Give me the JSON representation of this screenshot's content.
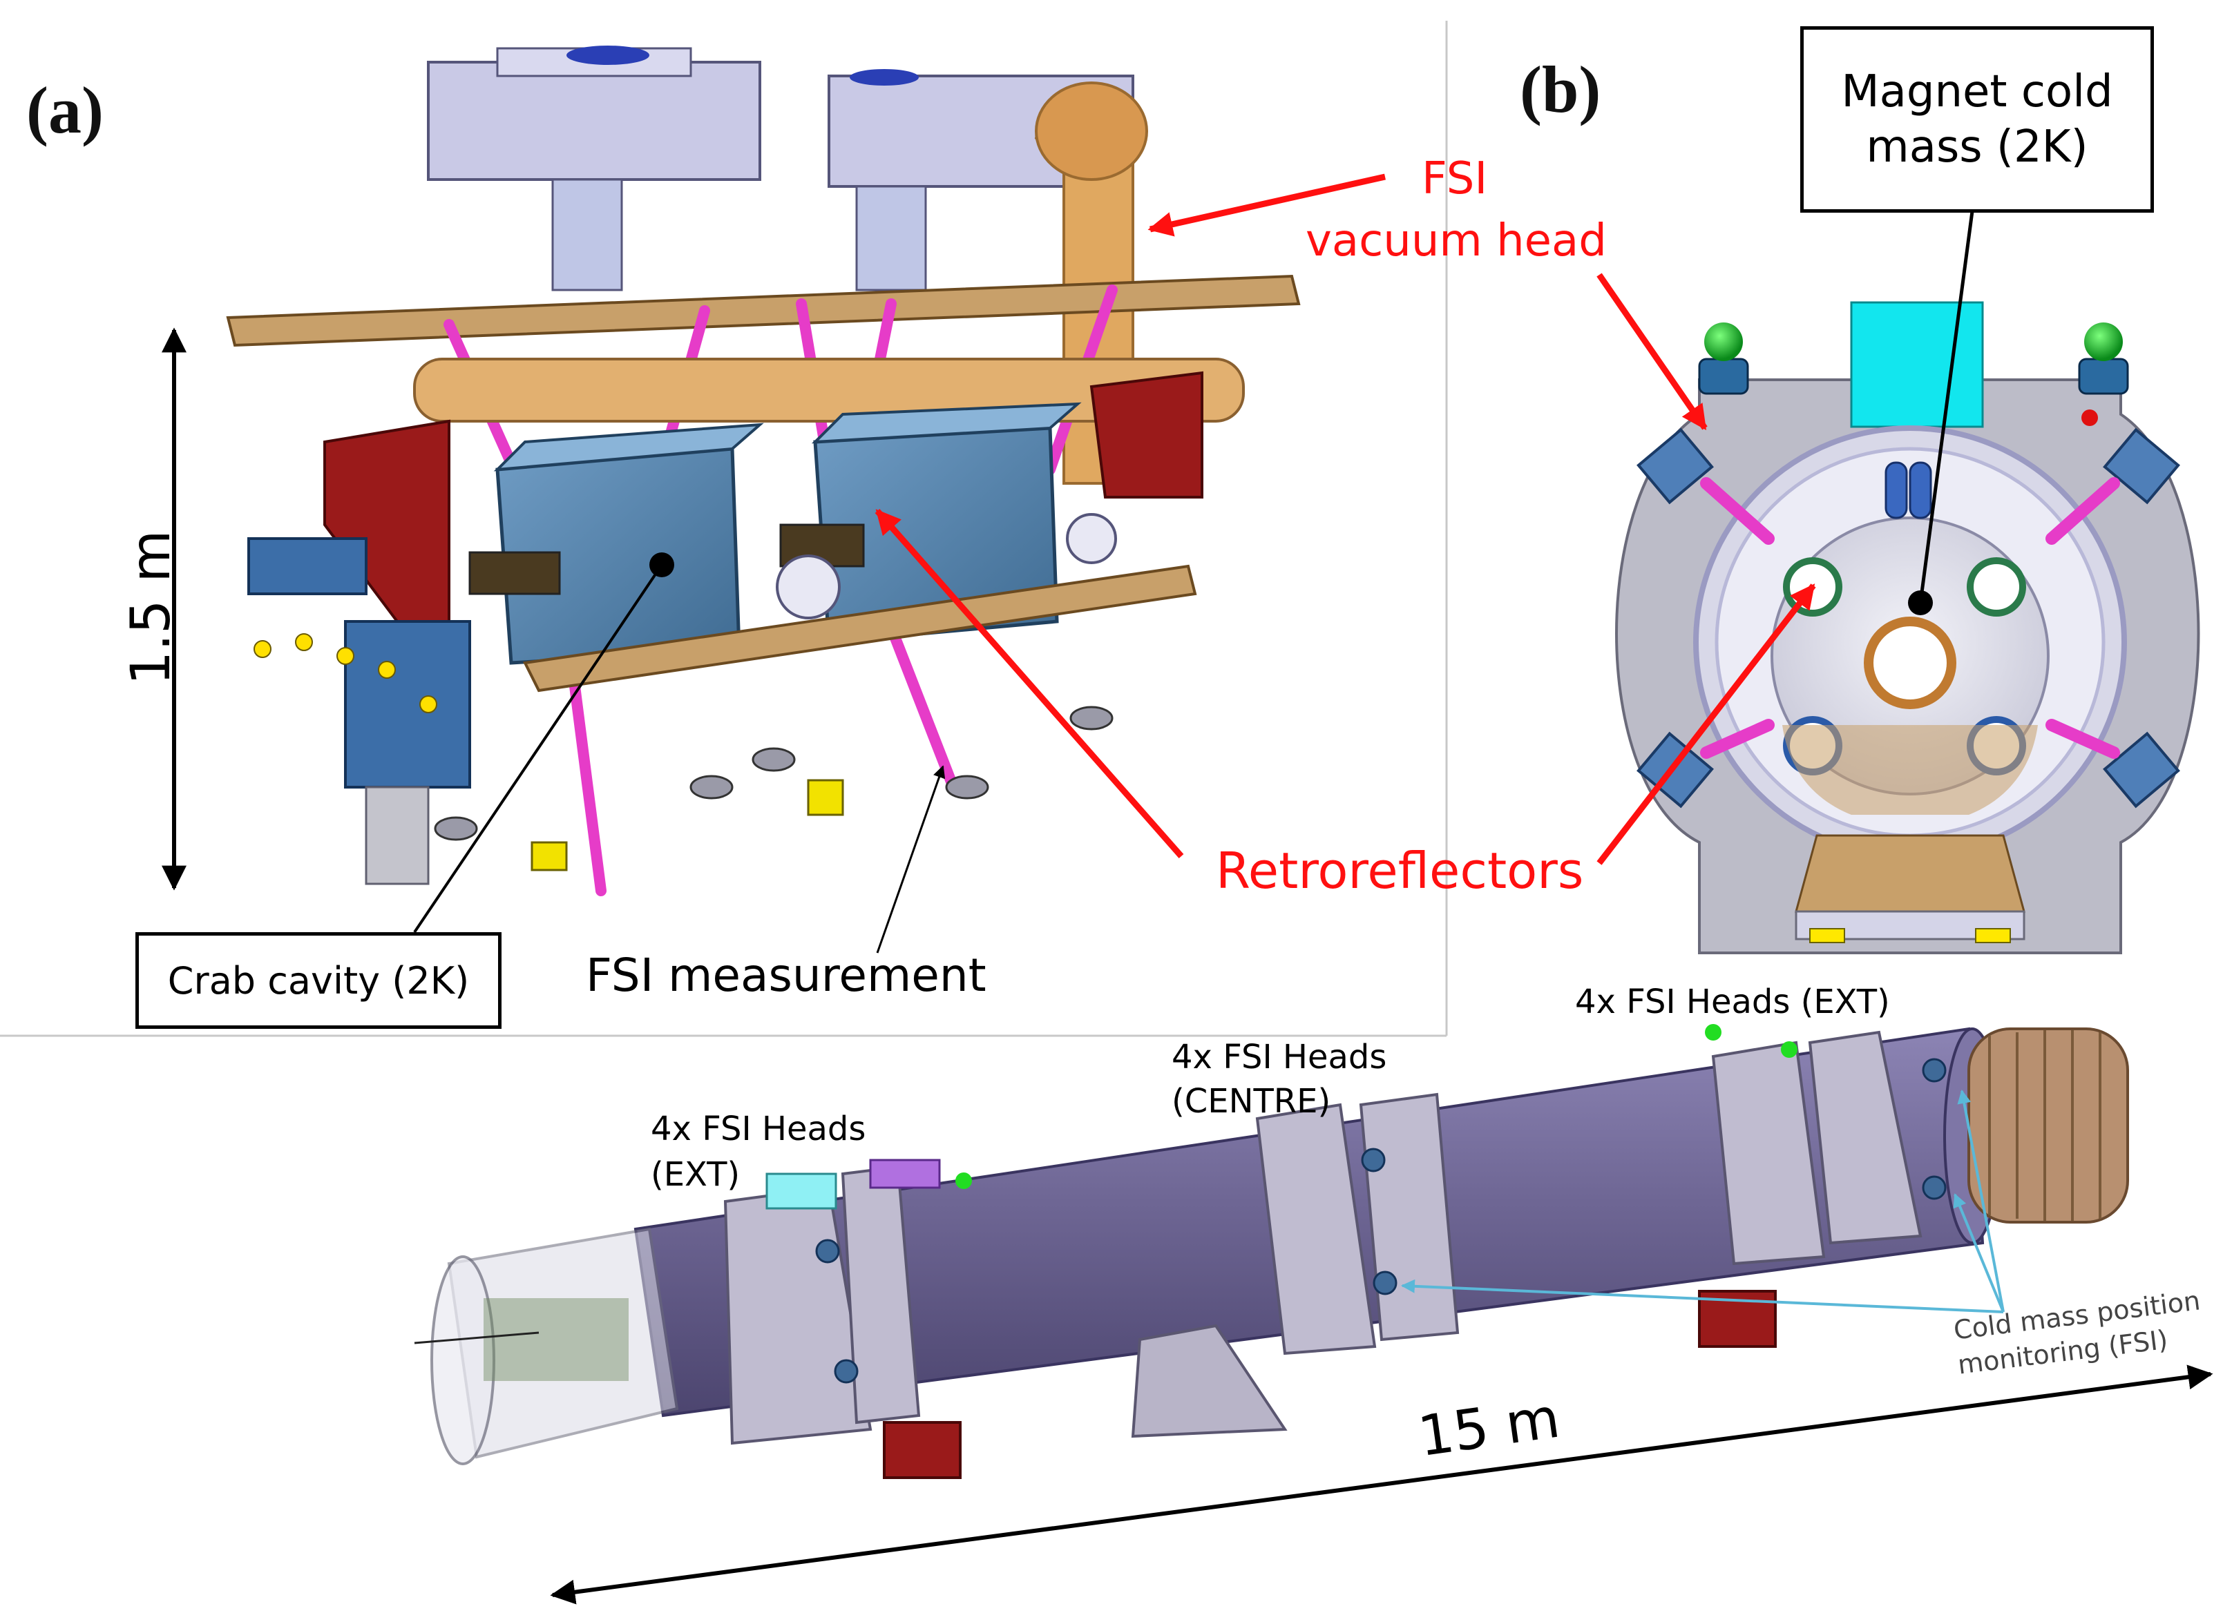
{
  "panel_a": {
    "letter": "(a)",
    "scale_label": "1.5 m",
    "crab_cavity_label": "Crab cavity (2K)",
    "fsi_measurement_label": "FSI measurement",
    "fsi_vacuum_head_line1": "FSI",
    "fsi_vacuum_head_line2": "vacuum head"
  },
  "panel_b": {
    "letter": "(b)",
    "cold_mass_line1": "Magnet cold",
    "cold_mass_line2": "mass (2K)",
    "retroreflectors_label": "Retroreflectors"
  },
  "panel_c": {
    "fsi_heads_ext_right": "4x FSI Heads (EXT)",
    "fsi_heads_centre_line1": "4x FSI Heads",
    "fsi_heads_centre_line2": "(CENTRE)",
    "fsi_heads_ext_left_line1": "4x FSI Heads",
    "fsi_heads_ext_left_line2": "(EXT)",
    "cold_mass_pos_line1": "Cold mass position",
    "cold_mass_pos_line2": "monitoring (FSI)",
    "length_label": "15 m"
  },
  "colors": {
    "label_red": "#ff1010",
    "arrow_blue": "#5ab8d8",
    "magnet_purple": "#6e6694",
    "cavity_blue": "#4f7fa8",
    "strut_magenta": "#e63cc8",
    "bracket_red": "#9a1a1a"
  }
}
